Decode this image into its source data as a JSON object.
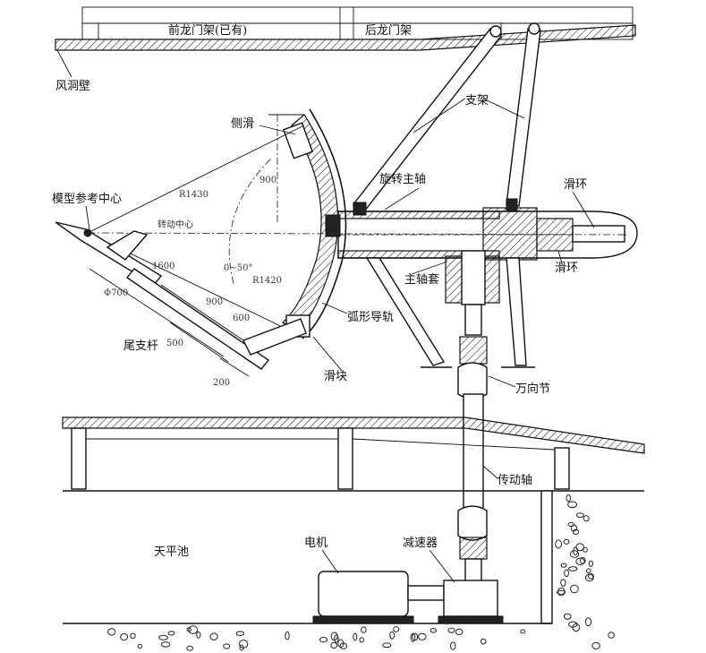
{
  "labels": {
    "front_gantry": "前龙门架(已有)",
    "rear_gantry": "后龙门架",
    "tunnel_wall": "风洞壁",
    "support_frame": "支架",
    "roll_label": "侧滑",
    "rotating_main_shaft": "旋转主轴",
    "slip_ring_top": "滑环",
    "slip_ring_bottom": "滑环",
    "model_ref_center": "模型参考中心",
    "rotation_center_text": "转动中心",
    "roll_radius": "R1430",
    "range_text_1": "R1420",
    "range_text_2": "0~50°",
    "main_shaft_sleeve": "主轴套",
    "arc_guide": "弧形导轨",
    "tail_sting": "尾支杆",
    "slider": "滑块",
    "universal_joint": "万向节",
    "drive_shaft": "传动轴",
    "balance_pit": "天平池",
    "motor": "电机",
    "reducer": "减速器",
    "dim_500": "500",
    "dim_200": "200",
    "dim_1600": "1600",
    "dim_900": "900",
    "dim_600": "600",
    "dim_d700": "Φ700",
    "dim_900b": "900"
  }
}
